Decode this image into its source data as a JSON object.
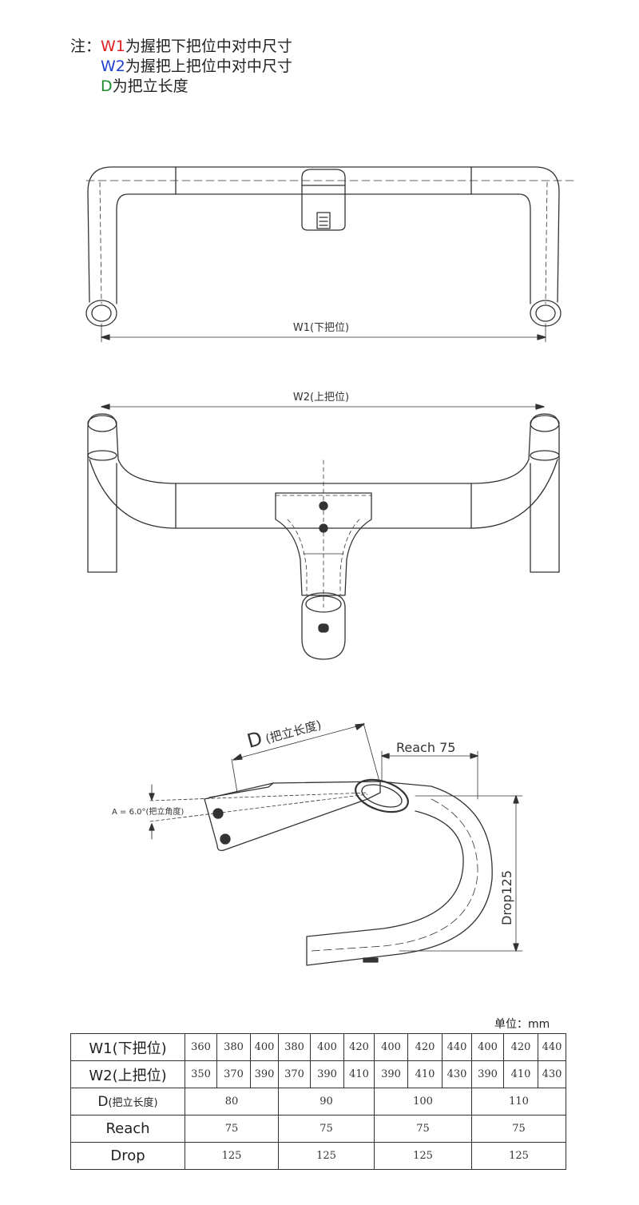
{
  "notes": {
    "prefix": "注：",
    "lines": [
      {
        "key": "W1",
        "color": "#e02020",
        "text": "为握把下把位中对中尺寸"
      },
      {
        "key": "W2",
        "color": "#2040d0",
        "text": "为握把上把位中对中尺寸"
      },
      {
        "key": "D",
        "color": "#1f8a2a",
        "text": "为把立长度"
      }
    ]
  },
  "front_view": {
    "w1_label": "W1(下把位)"
  },
  "top_view": {
    "w2_label": "W2(上把位)"
  },
  "side_view": {
    "d_label": "D",
    "d_sub": "(把立长度)",
    "reach_label": "Reach 75",
    "drop_label": "Drop125",
    "angle_label": "A = 6.0°(把立角度)"
  },
  "unit_label": "单位：mm",
  "table": {
    "rows": [
      {
        "label": "W1(下把位)",
        "cells": [
          "360",
          "380",
          "400",
          "380",
          "400",
          "420",
          "400",
          "420",
          "440",
          "400",
          "420",
          "440"
        ]
      },
      {
        "label": "W2(上把位)",
        "cells": [
          "350",
          "370",
          "390",
          "370",
          "390",
          "410",
          "390",
          "410",
          "430",
          "390",
          "410",
          "430"
        ]
      }
    ],
    "merged_rows": [
      {
        "label_main": "D",
        "label_sub": "(把立长度)",
        "cells": [
          "80",
          "90",
          "100",
          "110"
        ]
      },
      {
        "label": "Reach",
        "cells": [
          "75",
          "75",
          "75",
          "75"
        ]
      },
      {
        "label": "Drop",
        "cells": [
          "125",
          "125",
          "125",
          "125"
        ]
      }
    ]
  }
}
